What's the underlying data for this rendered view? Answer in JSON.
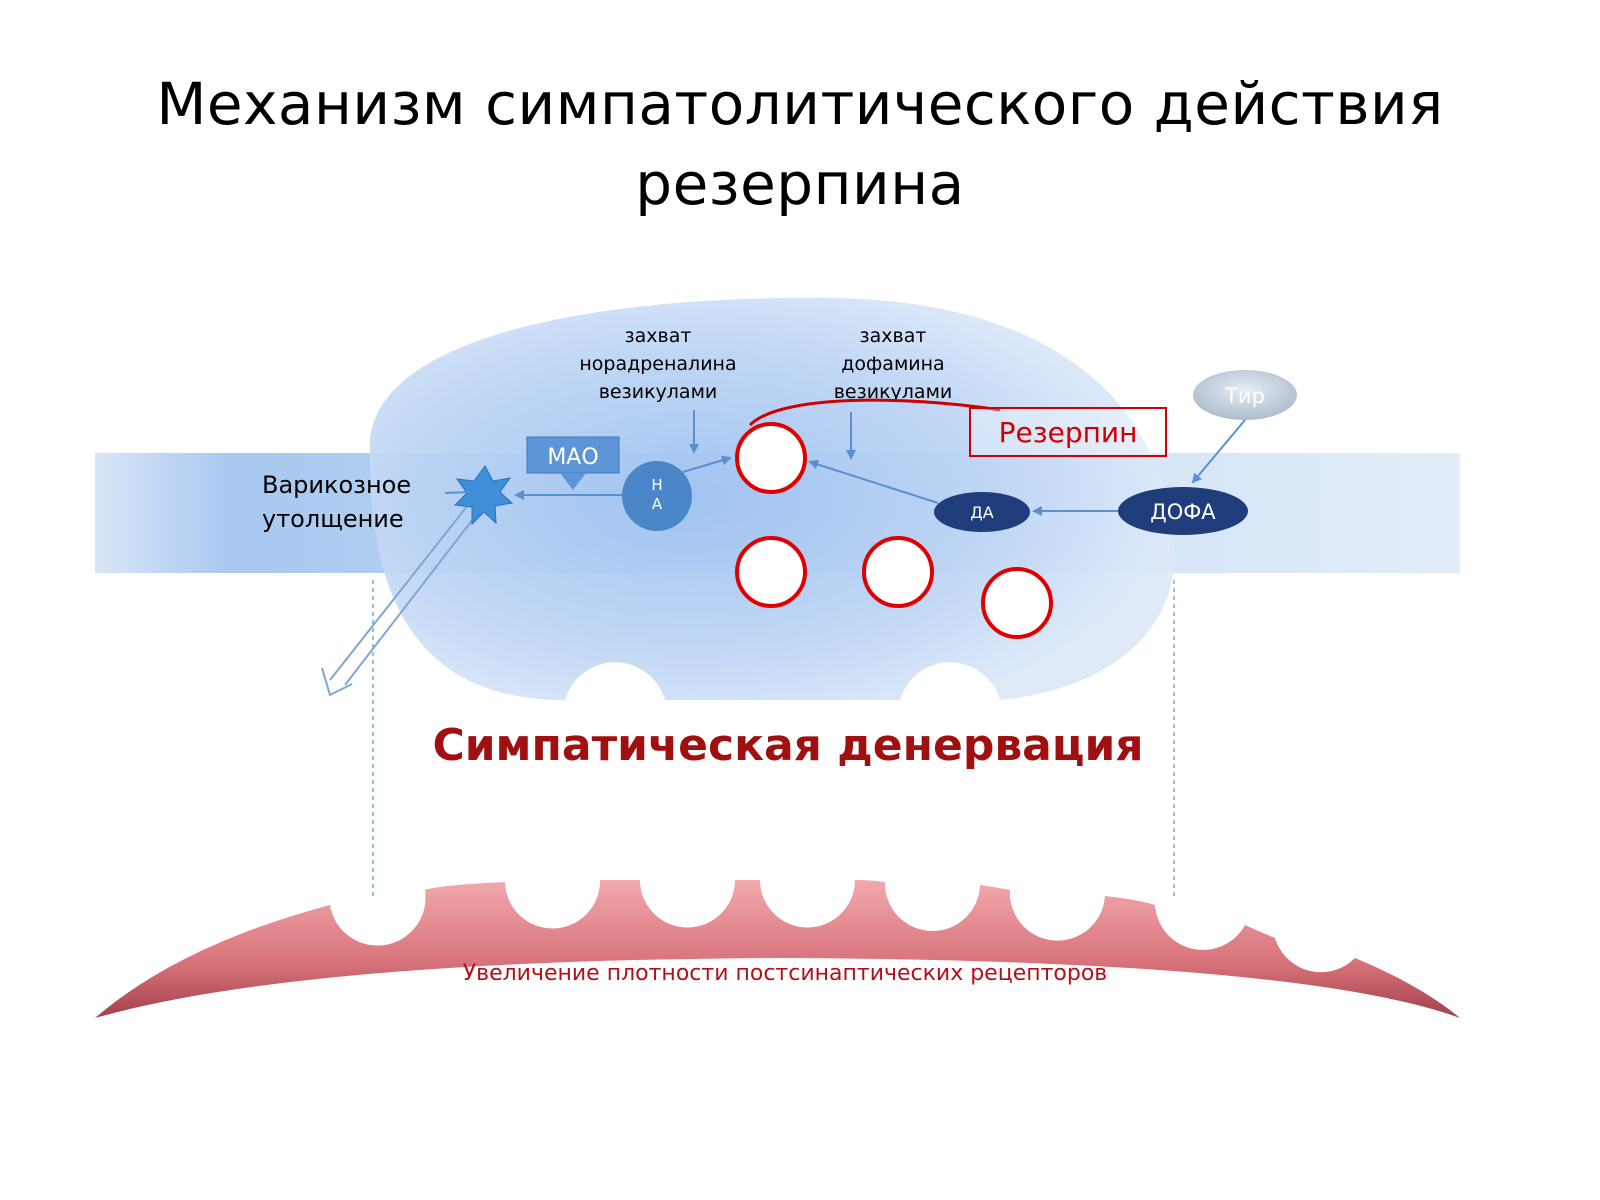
{
  "slide": {
    "title_line1": "Механизм симпатолитического действия",
    "title_line2": "резерпина"
  },
  "diagram": {
    "label_varicose_1": "Варикозное",
    "label_varicose_2": "утолщение",
    "label_mao": "МАО",
    "label_na_1": "Н",
    "label_na_2": "А",
    "capture_ne_1": "захват",
    "capture_ne_2": "норадреналина",
    "capture_ne_3": "везикулами",
    "capture_da_1": "захват",
    "capture_da_2": "дофамина",
    "capture_da_3": "везикулами",
    "label_reserpine": "Резерпин",
    "label_tyr": "Тир",
    "label_dopa": "ДОФА",
    "label_da": "ДА",
    "label_denervation": "Симпатическая денервация",
    "label_receptors": "Увеличение плотности постсинаптических рецепторов"
  },
  "colors": {
    "accent_red": "#cc0000",
    "dark_red": "#a01010",
    "navy": "#1f3d7a",
    "blue": "#4a86c8",
    "light_blue": "#c9ddf5",
    "receptor_red": "#d96a72"
  }
}
